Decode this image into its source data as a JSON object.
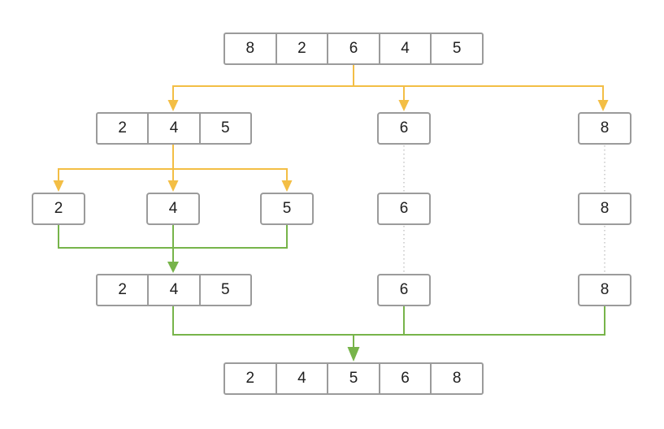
{
  "colors": {
    "split": "#F3BE45",
    "merge": "#77B44A",
    "box_border": "#9B9B9B",
    "dotted": "#C6C6C6",
    "text": "#202020",
    "background": "#FFFFFF"
  },
  "nodes": {
    "row1": {
      "values": [
        "8",
        "2",
        "6",
        "4",
        "5"
      ]
    },
    "row2_left": {
      "values": [
        "2",
        "4",
        "5"
      ]
    },
    "row2_mid": {
      "values": [
        "6"
      ]
    },
    "row2_right": {
      "values": [
        "8"
      ]
    },
    "row3_left1": {
      "values": [
        "2"
      ]
    },
    "row3_left2": {
      "values": [
        "4"
      ]
    },
    "row3_left3": {
      "values": [
        "5"
      ]
    },
    "row3_mid": {
      "values": [
        "6"
      ]
    },
    "row3_right": {
      "values": [
        "8"
      ]
    },
    "row4_left": {
      "values": [
        "2",
        "4",
        "5"
      ]
    },
    "row4_mid": {
      "values": [
        "6"
      ]
    },
    "row4_right": {
      "values": [
        "8"
      ]
    },
    "row5": {
      "values": [
        "2",
        "4",
        "5",
        "6",
        "8"
      ]
    }
  }
}
